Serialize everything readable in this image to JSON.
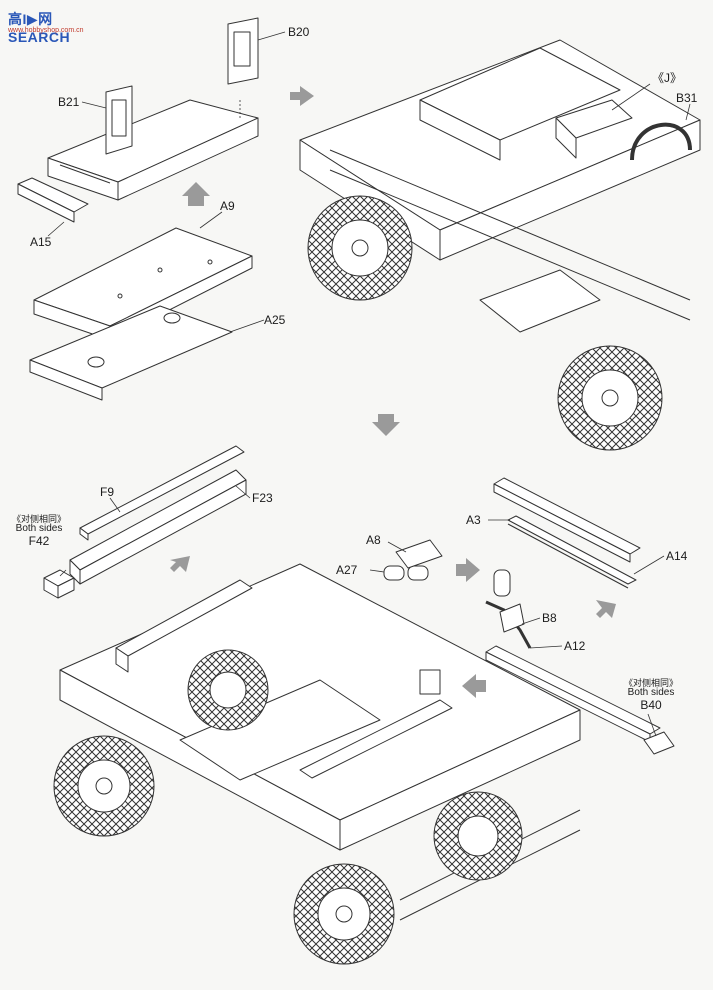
{
  "watermark": {
    "text": "高I▶网 SEARCH",
    "url": "www.hobbyshop.com.cn"
  },
  "labels": {
    "B20": "B20",
    "B21": "B21",
    "A15": "A15",
    "A9": "A9",
    "A25": "A25",
    "J": "《J》",
    "B31": "B31",
    "F9": "F9",
    "F23": "F23",
    "A3": "A3",
    "A14": "A14",
    "A8": "A8",
    "A27": "A27",
    "B8": "B8",
    "A12": "A12"
  },
  "notes": {
    "left": {
      "cn": "《对侧相同》",
      "en": "Both sides",
      "code": "F42"
    },
    "right": {
      "cn": "《对侧相同》",
      "en": "Both sides",
      "code": "B40"
    }
  },
  "icons": [
    "arrow-right-icon",
    "arrow-up-icon",
    "arrow-down-icon",
    "arrow-left-icon"
  ]
}
